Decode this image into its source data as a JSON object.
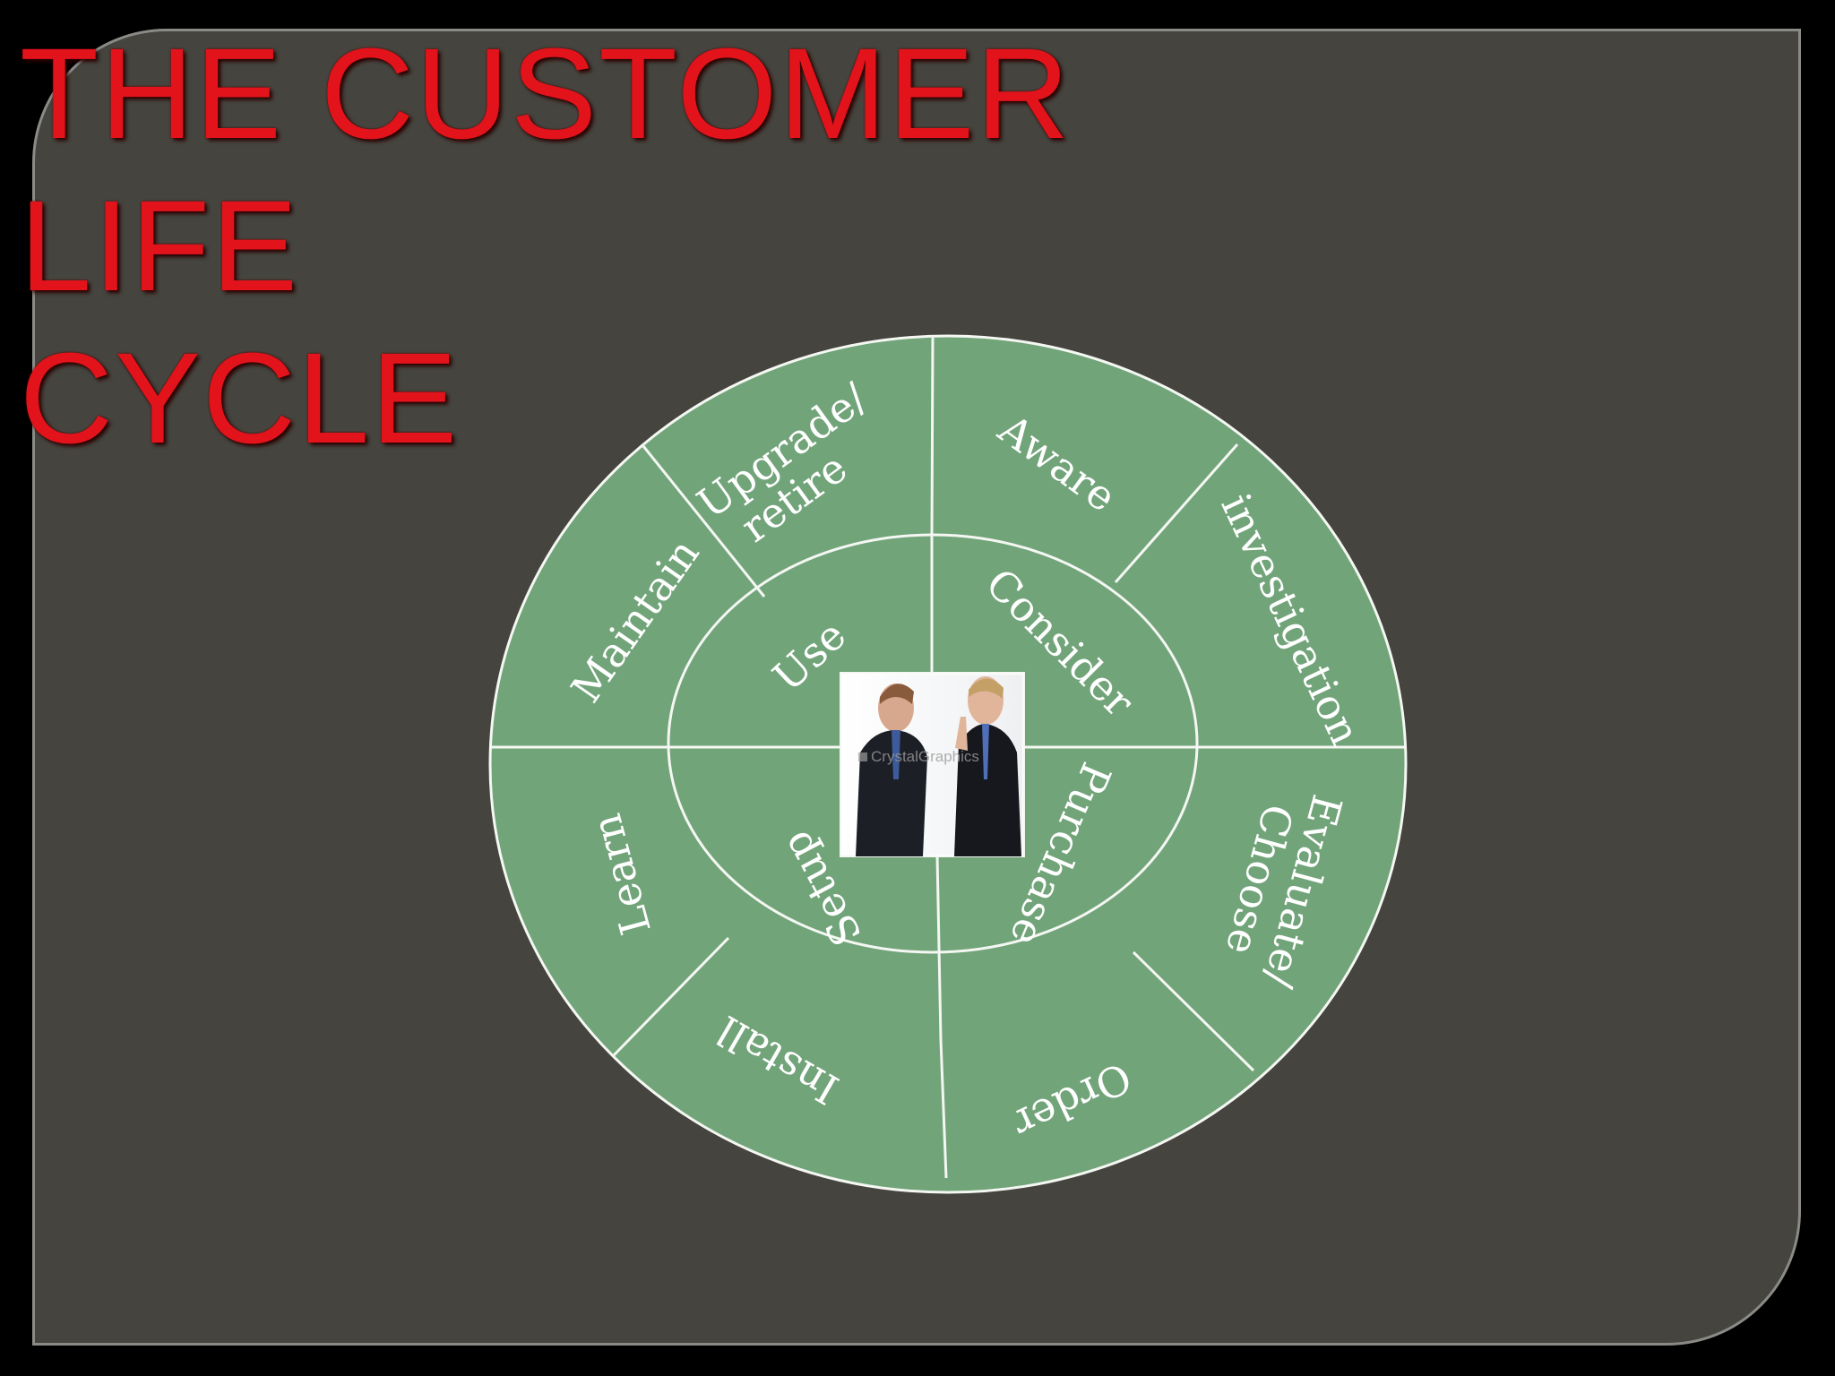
{
  "slide": {
    "title": "THE CUSTOMER LIFE CYCLE"
  },
  "colors": {
    "background": "#000000",
    "panel": "#45443e",
    "title": "#e3131b",
    "wheel_fill": "#72a47a",
    "wheel_lines": "#f4f7f2",
    "label_text": "#ffffff"
  },
  "diagram": {
    "type": "cycle-wheel",
    "inner_ring": [
      "Consider",
      "Purchase",
      "Setup",
      "Use"
    ],
    "outer_ring": [
      "Aware",
      "investigation",
      "Evaluate/ Choose",
      "Order",
      "Install",
      "Learn",
      "Maintain",
      "Upgrade/ retire"
    ],
    "center_image": "two businessmen arguing (stock photo)",
    "center_image_watermark": "CrystalGraphics"
  }
}
